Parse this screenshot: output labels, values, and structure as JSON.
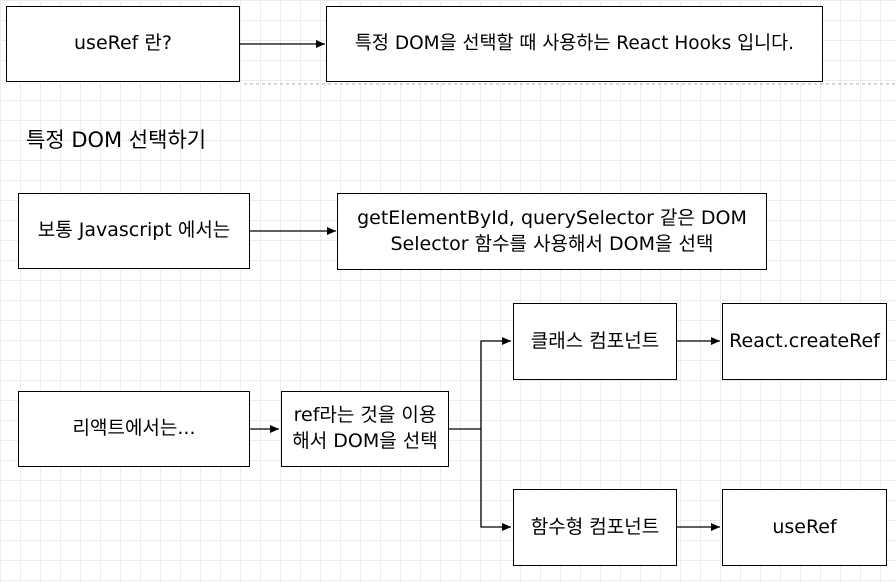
{
  "row1": {
    "question": "useRef 란?",
    "answer": "특정 DOM을 선택할 때 사용하는 React Hooks 입니다."
  },
  "section": {
    "heading": "특정 DOM 선택하기"
  },
  "row2": {
    "left": "보통 Javascript 에서는",
    "right_line1": "getElementById, querySelector 같은 DOM",
    "right_line2": "Selector 함수를 사용해서 DOM을 선택"
  },
  "row3": {
    "react": "리액트에서는...",
    "ref_line1": "ref라는 것을 이용",
    "ref_line2": "해서 DOM을 선택",
    "class_component": "클래스 컴포넌트",
    "class_api": "React.createRef",
    "function_component": "함수형 컴포넌트",
    "function_api": "useRef"
  }
}
